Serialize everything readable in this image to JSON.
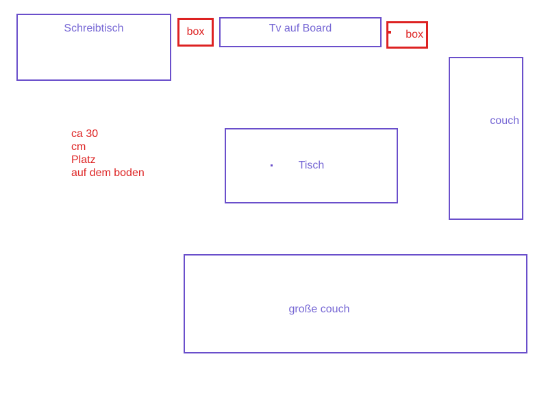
{
  "colors": {
    "background": "#FFFFFF",
    "outline_purple": "#6A4FCB",
    "text_purple": "#7566D4",
    "red": "#DD2222"
  },
  "shapes": {
    "schreibtisch": {
      "label": "Schreibtisch"
    },
    "box1": {
      "label": "box"
    },
    "tv_board": {
      "label": "Tv auf Board"
    },
    "box2": {
      "label": "box"
    },
    "couch": {
      "label": "couch"
    },
    "tisch": {
      "label": "Tisch"
    },
    "grosse_couch": {
      "label": "große couch"
    }
  },
  "annotation": {
    "lines": [
      "ca 30",
      "cm",
      "Platz",
      "auf dem boden"
    ]
  }
}
